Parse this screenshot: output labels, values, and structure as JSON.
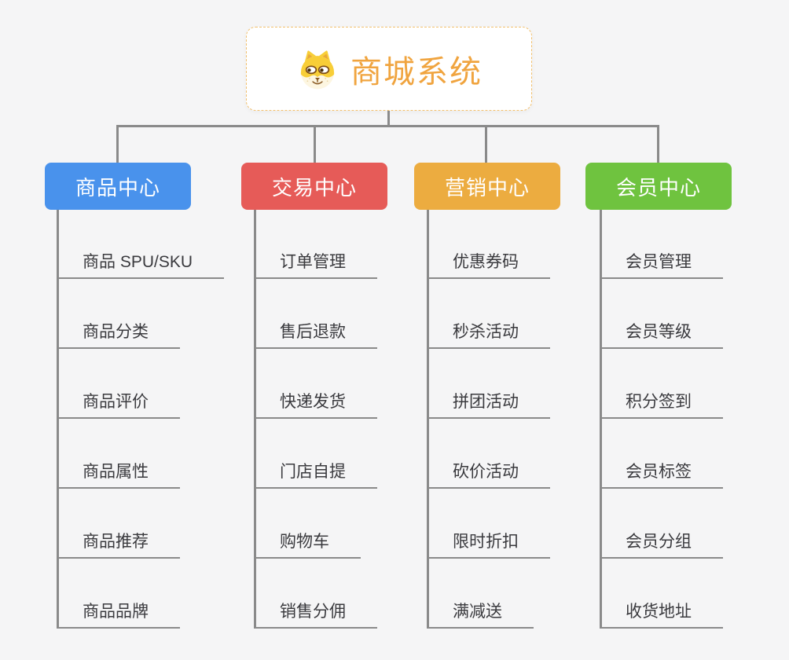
{
  "root": {
    "title": "商城系统",
    "icon": "dog-face-icon"
  },
  "branches": [
    {
      "label": "商品中心",
      "color": "#4992ec",
      "children": [
        "商品 SPU/SKU",
        "商品分类",
        "商品评价",
        "商品属性",
        "商品推荐",
        "商品品牌"
      ]
    },
    {
      "label": "交易中心",
      "color": "#e65b58",
      "children": [
        "订单管理",
        "售后退款",
        "快递发货",
        "门店自提",
        "购物车",
        "销售分佣"
      ]
    },
    {
      "label": "营销中心",
      "color": "#ecac40",
      "children": [
        "优惠券码",
        "秒杀活动",
        "拼团活动",
        "砍价活动",
        "限时折扣",
        "满减送"
      ]
    },
    {
      "label": "会员中心",
      "color": "#6fc33f",
      "children": [
        "会员管理",
        "会员等级",
        "积分签到",
        "会员标签",
        "会员分组",
        "收货地址"
      ]
    }
  ],
  "colors": {
    "background": "#f5f5f6",
    "connector": "#8a8a8a",
    "underline": "#8a8a8a",
    "root_border": "#f2c06e",
    "root_title": "#f0a43f",
    "child_text": "#3a3a3e",
    "branch_text": "#ffffff"
  }
}
